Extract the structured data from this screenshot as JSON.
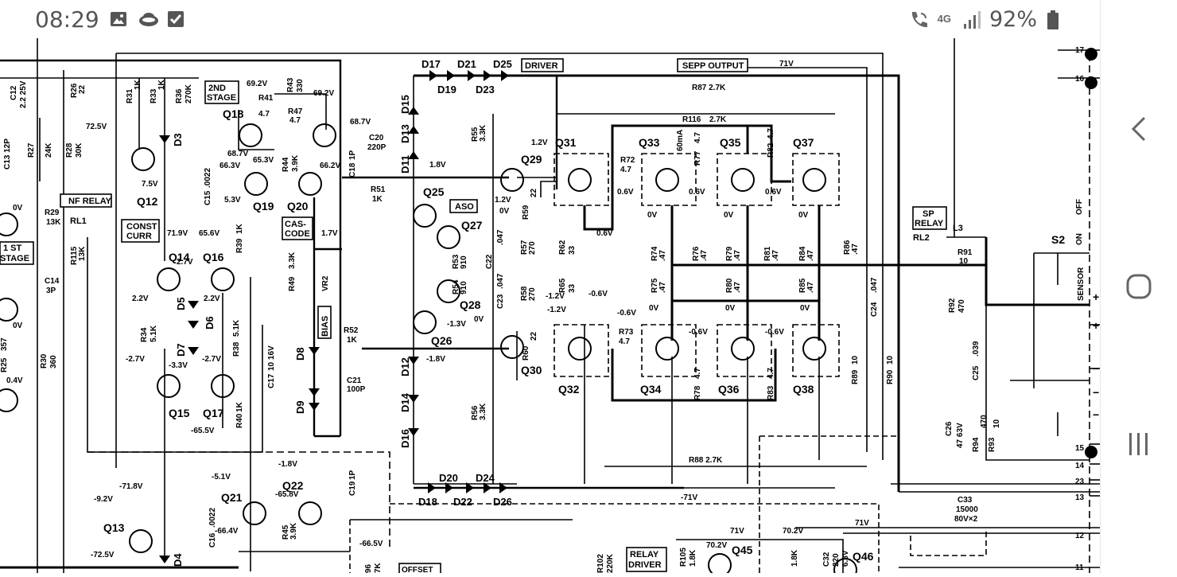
{
  "status_bar": {
    "time": "08:29",
    "network": "4G",
    "battery": "92%",
    "icons": [
      "image-icon",
      "cloud-icon",
      "checkbox-icon",
      "wifi-call-icon",
      "signal-icon",
      "battery-icon"
    ]
  },
  "nav_bar": {
    "buttons": [
      "back-icon",
      "home-icon",
      "recents-icon"
    ]
  },
  "schematic": {
    "blocks": {
      "nf_relay": "NF RELAY",
      "first_stage_1": "1 ST",
      "first_stage_2": "STAGE",
      "const_1": "CONST",
      "const_2": "CURR",
      "second_stage_1": "2ND",
      "second_stage_2": "STAGE",
      "cascode_1": "CAS-",
      "cascode_2": "CODE",
      "bias": "BIAS",
      "aso": "ASO",
      "driver": "DRIVER",
      "sepp_output": "SEPP OUTPUT",
      "sp_relay_1": "SP",
      "sp_relay_2": "RELAY",
      "relay_driver_1": "RELAY",
      "relay_driver_2": "DRIVER",
      "offset": "OFFSET",
      "s2": "S2",
      "sensor": "SENSOR",
      "on": "ON",
      "off": "OFF",
      "rl1": "RL1",
      "rl2": "RL2",
      "l3": "L3"
    },
    "transistors": {
      "q12": "Q12",
      "q13": "Q13",
      "q14": "Q14",
      "q15": "Q15",
      "q16": "Q16",
      "q17": "Q17",
      "q18": "Q18",
      "q19": "Q19",
      "q20": "Q20",
      "q21": "Q21",
      "q22": "Q22",
      "q25": "Q25",
      "q26": "Q26",
      "q27": "Q27",
      "q28": "Q28",
      "q29": "Q29",
      "q30": "Q30",
      "q31": "Q31",
      "q32": "Q32",
      "q33": "Q33",
      "q34": "Q34",
      "q35": "Q35",
      "q36": "Q36",
      "q37": "Q37",
      "q38": "Q38",
      "q45": "Q45",
      "q46": "Q46"
    },
    "diodes": {
      "d3": "D3",
      "d4": "D4",
      "d5": "D5",
      "d6": "D6",
      "d7": "D7",
      "d8": "D8",
      "d9": "D9",
      "d11": "D11",
      "d12": "D12",
      "d13": "D13",
      "d14": "D14",
      "d15": "D15",
      "d16": "D16",
      "d17": "D17",
      "d18": "D18",
      "d19": "D19",
      "d20": "D20",
      "d21": "D21",
      "d22": "D22",
      "d23": "D23",
      "d24": "D24",
      "d25": "D25",
      "d26": "D26"
    },
    "components": {
      "c12_1": "C12",
      "c12_2": "2.2 25V",
      "r26_1": "R26",
      "r26_2": "22",
      "c13": "C13 12P",
      "r27": "R27",
      "r27v": "24K",
      "r28": "R28",
      "r28v": "30K",
      "r29_1": "R29",
      "r29_2": "13K",
      "r115_1": "R115",
      "r115_2": "13K",
      "c14_1": "C14",
      "c14_2": "3P",
      "r30_1": "R30",
      "r30_2": "360",
      "r25_1": "R25",
      "r25_2": "357",
      "r31_1": "R31",
      "r31_2": "1K",
      "r33_1": "R33",
      "r33_2": "1K",
      "r36_1": "R36",
      "r36_2": "270K",
      "r41_1": "R41",
      "r41_2": "4.7",
      "r47_1": "R47",
      "r47_2": "4.7",
      "r43_1": "R43",
      "r43_2": "330",
      "r44_1": "R44",
      "r44_2": "3.9K",
      "c15_1": "C15",
      "c15_2": ".0022",
      "r39_1": "R39",
      "r39_2": "1K",
      "r34_1": "R34",
      "r34_2": "5.1K",
      "r38_1": "R38",
      "r38_2": "5.1K",
      "r40_1": "R40",
      "r40_2": "1K",
      "c17_1": "C17",
      "c17_2": "10 16V",
      "r49_1": "R49",
      "r49_2": "3.3K",
      "vr2": "VR2",
      "c18_1": "C18",
      "c18_2": "1P",
      "c20_1": "C20",
      "c20_2": "220P",
      "r51_1": "R51",
      "r51_2": "1K",
      "r52_1": "R52",
      "r52_2": "1K",
      "c21_1": "C21",
      "c21_2": "100P",
      "c19_1": "C19",
      "c19_2": "1P",
      "c16_1": "C16",
      "c16_2": ".0022",
      "r45_1": "R45",
      "r45_2": "3.9K",
      "r55_1": "R55",
      "r55_2": "3.3K",
      "r56_1": "R56",
      "r56_2": "3.3K",
      "r53_1": "R53",
      "r53_2": "910",
      "r54_1": "R54",
      "r54_2": "910",
      "c22_1": "C22",
      "c22_2": ".047",
      "c23_1": "C23",
      "c23_2": ".047",
      "r57_1": "R57",
      "r57_2": "270",
      "r58_1": "R58",
      "r58_2": "270",
      "r59_1": "R59",
      "r59_2": "22",
      "r60_1": "R60",
      "r60_2": "22",
      "r62_1": "R62",
      "r62_2": "33",
      "r65_1": "R65",
      "r65_2": "33",
      "r72_1": "R72",
      "r72_2": "4.7",
      "r73_1": "R73",
      "r73_2": "4.7",
      "r77_1": "R77",
      "r77_2": "4.7",
      "r78_1": "R78",
      "r78_2": "4.7",
      "r82_1": "R82",
      "r82_2": "4.7",
      "r83_1": "R83",
      "r83_2": "4.7",
      "r74_1": "R74",
      "r74_2": ".47",
      "r75_1": "R75",
      "r75_2": ".47",
      "r76_1": "R76",
      "r76_2": ".47",
      "r79_1": "R79",
      "r79_2": ".47",
      "r80_1": "R80",
      "r80_2": ".47",
      "r81_1": "R81",
      "r81_2": ".47",
      "r84_1": "R84",
      "r84_2": ".47",
      "r85_1": "R85",
      "r85_2": ".47",
      "r86_1": "R86",
      "r86_2": ".47",
      "r87": "R87 2.7K",
      "r116": "R116",
      "r116v": "2.7K",
      "r88": "R88 2.7K",
      "r89_1": "R89",
      "r89_2": "10",
      "r90_1": "R90",
      "r90_2": "10",
      "c24_1": "C24",
      "c24_2": ".047",
      "r91_1": "R91",
      "r91_2": "10",
      "r92_1": "R92",
      "r92_2": "470",
      "c25_1": "C25",
      "c25_2": ".039",
      "c26_1": "C26",
      "c26_2": "47 63V",
      "r94_1": "R94",
      "r94_2": "470",
      "r93_1": "R93",
      "r93_2": "10",
      "c33_1": "C33",
      "c33_2": "15000",
      "c33_3": "80V×2",
      "r102_1": "R102",
      "r102_2": "220K",
      "r105_1": "R105",
      "r105_2": "1.8K",
      "r_q46_1": "1.8K",
      "c32_1": "C32",
      "c32_2": "220",
      "c32_3": "6.3V",
      "r_offset_1": "96",
      "r_offset_2": "7K",
      "ma60": "60mA"
    },
    "voltages": {
      "v725": "72.5V",
      "v75": "7.5V",
      "v0a": "0V",
      "v0b": "0V",
      "v04": "0.4V",
      "v719": "71.9V",
      "v656": "65.6V",
      "v27": "2.7V",
      "v22a": "2.2V",
      "v22b": "2.2V",
      "vm27a": "-2.7V",
      "vm33": "-3.3V",
      "vm27b": "-2.7V",
      "vm655": "-65.5V",
      "v692a": "69.2V",
      "v692b": "69.2V",
      "v687a": "68.7V",
      "v687b": "68.7V",
      "v663": "66.3V",
      "v653": "65.3V",
      "v662": "66.2V",
      "v53": "5.3V",
      "v17": "1.7V",
      "v18": "1.8V",
      "v12a": "1.2V",
      "v12b": "1.2V",
      "v0c": "0V",
      "vm12a": "-1.2V",
      "vm12b": "-1.2V",
      "vm13": "-1.3V",
      "v0d": "0V",
      "vm18a": "-1.8V",
      "vm18b": "-1.8V",
      "v06a": "0.6V",
      "v06b": "0.6V",
      "v06c": "0.6V",
      "v06d": "0.6V",
      "vm06a": "-0.6V",
      "vm06b": "-0.6V",
      "vm06c": "-0.6V",
      "vm06d": "-0.6V",
      "v0e": "0V",
      "v0f": "0V",
      "v0g": "0V",
      "v0h": "0V",
      "v0i": "0V",
      "v0j": "0V",
      "v71a": "71V",
      "v71b": "71V",
      "v71c": "71V",
      "vm71": "-71V",
      "v702": "70.2V",
      "v702b": "70.2V",
      "vm718": "-71.8V",
      "vm92": "-9.2V",
      "vm725": "-72.5V",
      "vm51": "-5.1V",
      "vm664": "-66.4V",
      "vm658": "-65.8V",
      "vm665": "-66.5V"
    },
    "terminals": [
      "17",
      "16",
      "15",
      "14",
      "23",
      "13",
      "12",
      "11"
    ],
    "signs": [
      "+",
      "+",
      "−",
      "−",
      "−"
    ]
  }
}
